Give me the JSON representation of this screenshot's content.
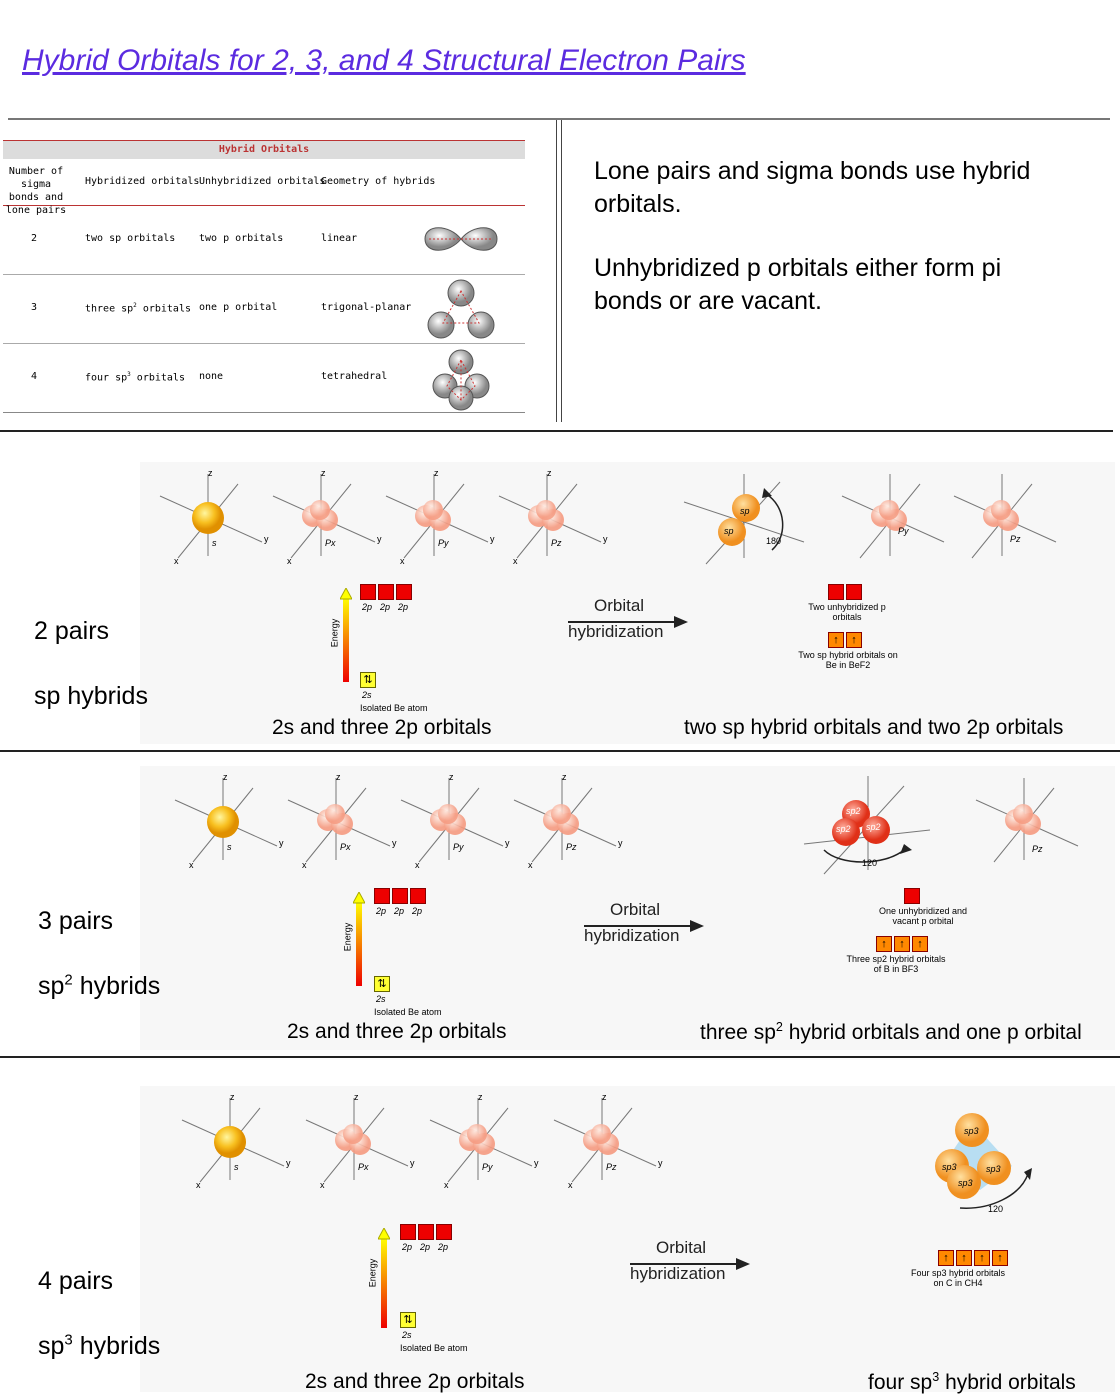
{
  "title": "Hybrid Orbitals for 2, 3, and 4 Structural Electron Pairs",
  "table": {
    "heading": "Hybrid Orbitals",
    "columns": [
      "Number of sigma bonds and lone pairs",
      "Hybridized orbitals",
      "Unhybridized orbitals",
      "Geometry of hybrids"
    ],
    "rows": [
      {
        "n": "2",
        "hybrid": "two sp orbitals",
        "unhybrid": "two p orbitals",
        "geometry": "linear"
      },
      {
        "n": "3",
        "hybrid": "three sp2 orbitals",
        "unhybrid": "one p orbital",
        "geometry": "trigonal-planar"
      },
      {
        "n": "4",
        "hybrid": "four sp3 orbitals",
        "unhybrid": "none",
        "geometry": "tetrahedral"
      }
    ]
  },
  "notes": {
    "line1": "Lone pairs and sigma bonds use hybrid orbitals.",
    "line2": "Unhybridized p orbitals either form pi bonds or are vacant."
  },
  "common": {
    "energy": "Energy",
    "label_2p": "2p",
    "label_2s": "2s",
    "isolated": "Isolated Be atom",
    "orbital": "Orbital",
    "hybridization": "hybridization",
    "left_caption": "2s and three 2p orbitals",
    "axis_x": "x",
    "axis_y": "y",
    "axis_z": "z",
    "s": "s",
    "px": "Px",
    "py": "Py",
    "pz": "Pz"
  },
  "sections": [
    {
      "pairs": "2 pairs",
      "hybrid_label": "sp hybrids",
      "right_caption": "two sp hybrid orbitals and two 2p orbitals",
      "unhyb_note": "Two unhybridized p orbitals",
      "hyb_note": "Two sp hybrid orbitals on Be in BeF2",
      "angle": "180",
      "lobe": "sp"
    },
    {
      "pairs": "3 pairs",
      "hybrid_label": "sp2 hybrids",
      "right_caption": "three sp2 hybrid orbitals and one p orbital",
      "unhyb_note": "One unhybridized and vacant p orbital",
      "hyb_note": "Three sp2 hybrid orbitals of B in BF3",
      "angle": "120",
      "lobe": "sp2"
    },
    {
      "pairs": "4 pairs",
      "hybrid_label": "sp3 hybrids",
      "right_caption": "four sp3 hybrid orbitals",
      "hyb_note": "Four sp3 hybrid orbitals on C in CH4",
      "angle": "120",
      "lobe": "sp3"
    }
  ]
}
